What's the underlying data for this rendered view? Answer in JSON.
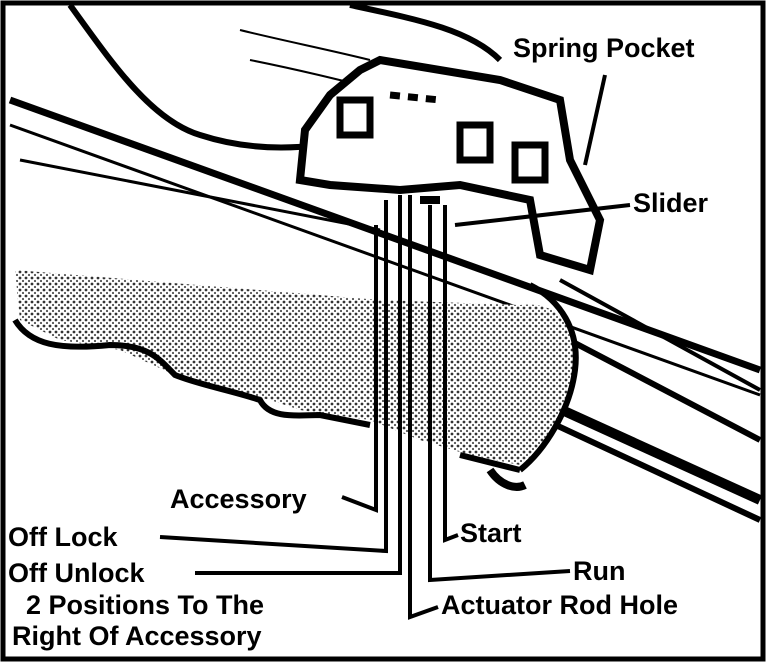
{
  "labels": {
    "spring_pocket": "Spring Pocket",
    "slider": "Slider",
    "accessory": "Accessory",
    "off_lock": "Off Lock",
    "off_unlock": "Off Unlock",
    "positions_line1": "2 Positions To The",
    "positions_line2": "Right Of Accessory",
    "start": "Start",
    "run": "Run",
    "actuator_rod_hole": "Actuator Rod Hole"
  },
  "colors": {
    "ink": "#000000",
    "paper": "#ffffff",
    "shade": "#555555"
  }
}
